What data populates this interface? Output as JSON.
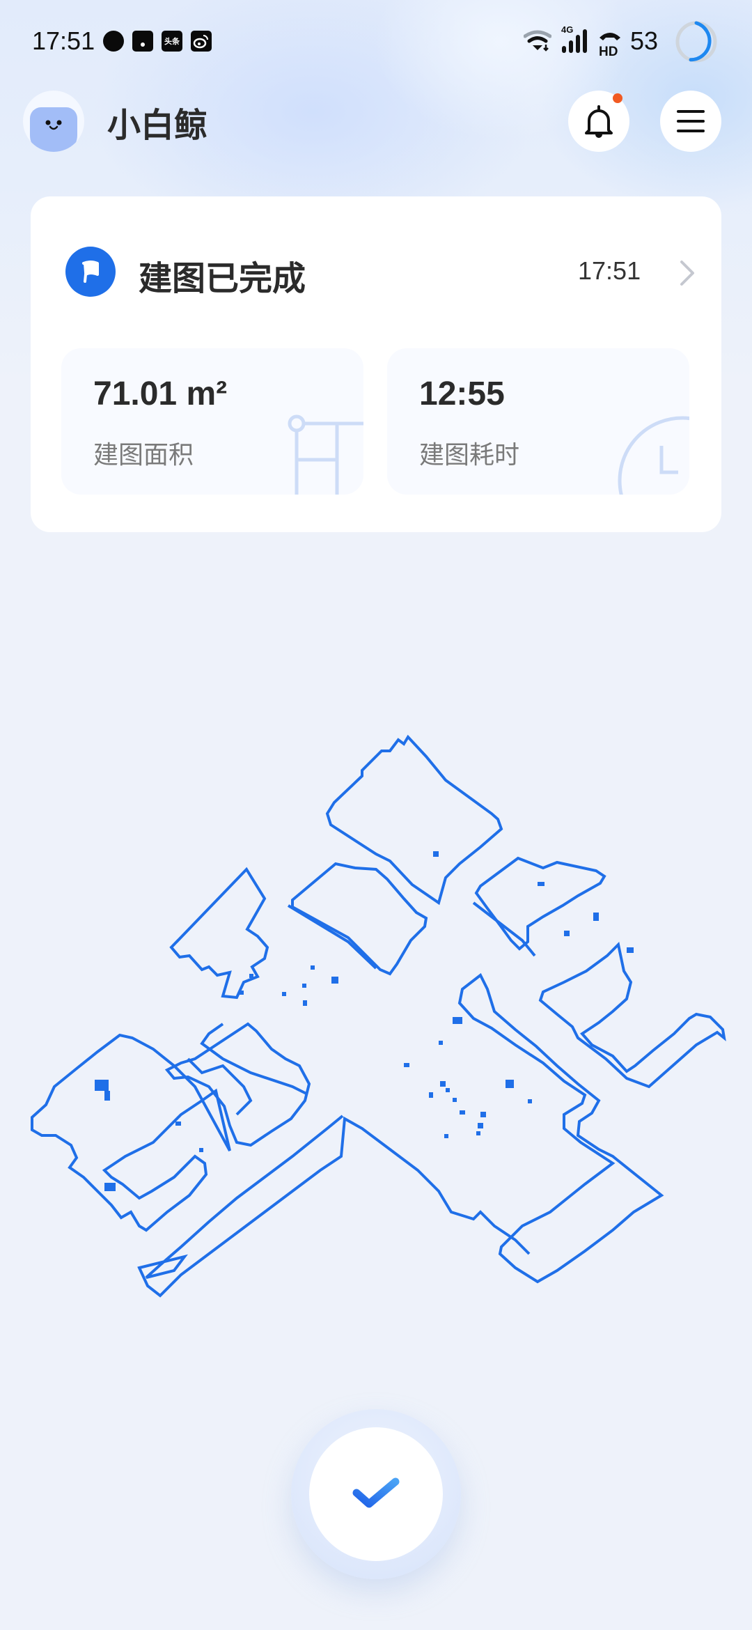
{
  "status_bar": {
    "time": "17:51",
    "app_icons": [
      "chat-bubble-icon",
      "square-dot-icon",
      "toutiao-icon",
      "weibo-icon"
    ],
    "toutiao_label": "头条",
    "network_label": "4G",
    "hd_label": "HD",
    "battery_level": "53",
    "battery_ring_color": "#1e88f0"
  },
  "header": {
    "app_name": "小白鲸",
    "notification_dot_color": "#f15a22"
  },
  "status_card": {
    "title": "建图已完成",
    "time": "17:51",
    "accent_color": "#1f6fe8",
    "stats": [
      {
        "value": "71.01 m²",
        "label": "建图面积",
        "icon": "floorplan-icon"
      },
      {
        "value": "12:55",
        "label": "建图耗时",
        "icon": "clock-icon"
      }
    ]
  },
  "map": {
    "outline_color": "#1f6fe8",
    "description": "isometric floor plan outline"
  },
  "confirm_button": {
    "icon": "checkmark-icon",
    "icon_color": "#2a72ee"
  }
}
